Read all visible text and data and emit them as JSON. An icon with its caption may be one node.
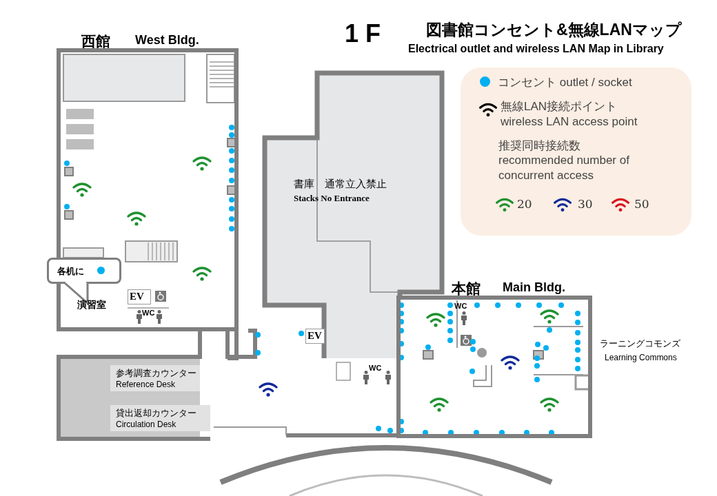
{
  "diagram": {
    "title": "図書館コンセント&無線LANマップ",
    "nodes": [
      {
        "text": [
          "西館",
          "West Bldg."
        ]
      },
      {
        "text": [
          "各机に"
        ],
        "in": 0
      },
      {
        "text": [
          "演習室"
        ],
        "in": 0
      },
      {
        "text": [
          "EV"
        ],
        "in": 0
      },
      {
        "text": [
          "参考調査カウンター",
          "Reference Desk"
        ]
      },
      {
        "text": [
          "貸出返却カウンター",
          "Circulation Desk"
        ]
      },
      {
        "text": [
          "書庫　通常立入禁止",
          "Stacks No Entrance"
        ]
      },
      {
        "text": [
          "EV"
        ]
      },
      {
        "text": [
          "本館",
          "Main Bldg."
        ]
      }
    ],
    "labels": [
      "1 F",
      "Electrical outlet and wireless LAN Map in Library",
      "WC",
      "WC",
      "WC",
      "推奨同時接続数",
      "recommended number of concurrent access",
      "ラーニングコモンズ",
      "Learning Commons"
    ],
    "legend": [
      {
        "text": "コンセント outlet / socket",
        "color": "#00b0f0"
      },
      {
        "text": "無線LAN接続ポイント wireless LAN access point"
      },
      {
        "text": "20"
      },
      {
        "text": "30"
      },
      {
        "text": "50"
      }
    ]
  }
}
